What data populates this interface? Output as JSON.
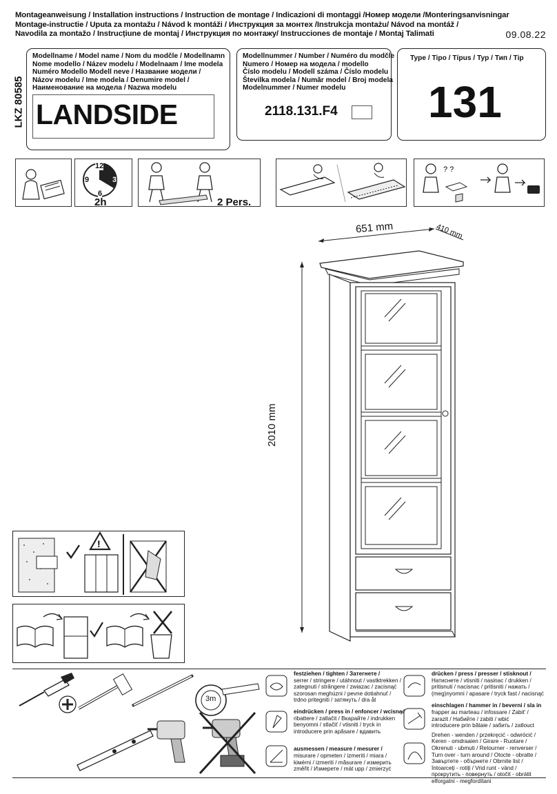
{
  "header": {
    "lines": [
      "Montageanweisung   / Installation instructions / Instruction de montage / Indicazioni di montaggi /Номер модели /Monteringsanvisningar",
      "Montage-instructie / Uputa za montažu / Návod k montáži / Инструкция за монтех /Instrukcja montażu/ Návod na montáž /",
      "Navodila za montažo / Instrucțiune de montaj / Инструкция по монтажу/ Instrucciones de montaje / Montaj Talimati"
    ],
    "date": "09.08.22"
  },
  "lkz": "LKZ 80585",
  "model_name_box": {
    "label_lines": [
      "Modellname / Model name / Nom du modčle / Modellnamn",
      "Nome modello / Název modelu / Modelnaam / Ime modela",
      "Numéro Modello Modell neve /  Название модели /",
      "Názov modelu / Ime modela / Denumire model /",
      "Наименование на модела / Nazwa modelu"
    ],
    "value": "LANDSIDE"
  },
  "model_number_box": {
    "label_lines": [
      "Modellnummer / Number / Numéro du modčle",
      "Numero / Номер на модела  / modello",
      "Číslo modelu / Modell száma / Číslo modelu",
      "Številka modela / Număr model / Broj modela",
      "Modelnummer / Numer modelu"
    ],
    "value": "2118.131.F4"
  },
  "type_box": {
    "label": "Type / Tipo / Típus / Typ / Тип / Tip",
    "value": "131"
  },
  "icons_row": {
    "time": "2h",
    "persons": "2 Pers.",
    "clock_numbers": [
      "12",
      "3",
      "6",
      "9"
    ]
  },
  "dimensions": {
    "width": "651 mm",
    "depth": "410 mm",
    "height": "2010 mm"
  },
  "tools": {
    "tape_label": "3m"
  },
  "legend": {
    "left": [
      {
        "bold": "festziehen / tighten / Затегнете /",
        "lines": [
          "serrer / stringere / utáhnout / vastktrekken /",
          "zategnuti / strângere / zwiazac / zacisnąć",
          "szorosan meghúzni / pevne dotiahnuť /",
          "trdno pritegniti / затянуть / dra åt"
        ]
      },
      {
        "bold": "eindrücken / press in / enfoncer / wcisnąć",
        "lines": [
          "ribattere / zatlačit / Вкарайте / indrukken",
          "benyomni / stlačiť / vtisniti / tryck in",
          "introducere prin apăsare / вдавить"
        ]
      },
      {
        "bold": "ausmessen / measure / mesurer /",
        "lines": [
          "misurare / opmeten / izmeriti / miara /",
          "kiмérni / izmeriti / măsurare / измерить",
          "změřit / Измерете / mät upp / zmierzyć"
        ]
      }
    ],
    "right": [
      {
        "bold": "drücken / press / presser / stisknout /",
        "lines": [
          "Натиснете / vtisniti / nasinac / drukken /",
          "pritisnuti / nacisnac / pritisniti / нажать /",
          "(meg)nyomni / apasare / tryck fast / nacisnąć"
        ]
      },
      {
        "bold": "einschlagen / hammer in / beverni / sla in",
        "lines": [
          "frapper au marteau / infossare / Zabit' /",
          "zarazit / Набийте / zabiti / wbić",
          "introducere prin bătaie / забить / zatlouct"
        ]
      },
      {
        "bold": "",
        "lines": [
          "Drehen - wenden / przekręcić - odwrócić /",
          "Keren - omdraaien / Girare - Ruotare /",
          "Okrenuti - ubmuti / Retourner - renverser /",
          "Turn over - turn around / Otocte - obratte /",
          "Завъртете - обърнете / Obrnite list /",
          "întoarceți - rotiți / Vrid runt - vänd /",
          "прокрутить - повернуть / otočit - obrátit",
          "elforgatni - megfordítani"
        ]
      }
    ]
  }
}
